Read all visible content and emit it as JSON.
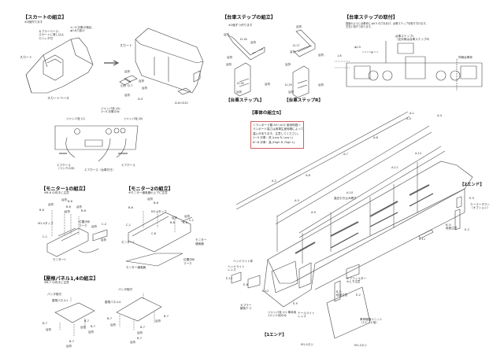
{
  "skirt": {
    "title": "【スカートの組立】",
    "note": "※2個作ります",
    "coupler_base": [
      "カプラーベース：",
      "スカートに差し込ん",
      "でハンダ付"
    ],
    "hole_note": [
      "1～3 次車の場合、",
      "φ0.6穴抜け"
    ],
    "skirt_left": "スカート",
    "skirt_base": "スカートベース",
    "skirt_right": "スカート",
    "parts": {
      "valley1": "谷折",
      "mountain": "山折",
      "d7": "D-7",
      "valley2": "谷折",
      "valley3": "谷折",
      "valley4": "谷折",
      "d9": "D-9",
      "d8d10": "D-8+D10"
    },
    "jumper_a": [
      "ジャンパ栓 (A)：",
      "1～3 次車のみ"
    ],
    "jumper_c": "ジャンパ栓 (C)",
    "jumper_b": "ジャンパ栓 (B)",
    "hose_cock": [
      "エアホース",
      "（コックのみ）"
    ],
    "hose_bogie": "エアホース（台車付き）",
    "hose": "エアホース"
  },
  "bogie_step_assembly": {
    "title": "【台車ステップの組立】",
    "note": "※2個ずつ作ります",
    "labels": [
      "谷折",
      "D-16",
      "谷折",
      "谷折",
      "谷折",
      "D-18",
      "谷折",
      "谷折",
      "谷折",
      "D-17",
      "谷折",
      "谷折",
      "谷折",
      "D-19",
      "谷折",
      "谷折"
    ],
    "caption_l": "【台車ステップL】",
    "caption_r": "【台車ステップR】"
  },
  "bogie_step_mount": {
    "title": "【台車ステップの取付】",
    "note": [
      "図面のように台車枠に φ0.5 の穴をあけ、台車ステップを取り付けます。",
      "左右2 個ずつあります。"
    ],
    "step_label": [
      "台車ステップL",
      "（反対側は台車ステップR）"
    ],
    "dia": "φ0.5",
    "dim_9": "9",
    "dim_18": "1.8",
    "frame": "同側台車枠"
  },
  "body": {
    "title": "【車体の組立5】",
    "runboard_note": [
      "＜ランボード類 A5～A12 使用例図＞",
      "ランボード高さは実車生産時期によって",
      "違いがあります。注意してください。",
      "1～5 次車：低 (Low R, Low L)",
      "6～8 次車：高 (High R, High L)"
    ],
    "a_labels": [
      "A-1",
      "A-4",
      "A-5",
      "A-6",
      "A-7",
      "A-12",
      "A-11",
      "A-8",
      "A-2",
      "A-3",
      "A-10",
      "A-9"
    ],
    "insulator": "高圧引き込み碍子",
    "end2": "【2エンド】",
    "e9_right": "E-9",
    "cooler": [
      "クーラーダクト",
      "（オプション）"
    ],
    "b3_right": [
      "B-3：",
      "段差注意"
    ],
    "e2_right": "E-2",
    "e11": "E-11",
    "headlight_frame": "ヘッドライト枠",
    "headlight_lens": [
      "ヘッドライト",
      "レンズ"
    ],
    "e12a": "E-12",
    "e6": "E-6",
    "e12b": "E-12",
    "coupler_lever": [
      "カプラー",
      "解放テコ"
    ],
    "jumper_body": [
      "ジャンパ栓 (C) 車体用",
      "1エンド用のみ"
    ],
    "taillight": [
      "テールライト",
      "レンズ"
    ],
    "e9_left": "E-9",
    "air_filter": [
      "エアフィルター",
      "※上下注意"
    ],
    "b3_left": [
      "B-3：",
      "段差注意"
    ],
    "e2_left": "E-2",
    "conductor_unit": [
      "車掌機器ユニット",
      "（1エンド用）"
    ],
    "end1": "【1エンド】",
    "screw1": "M1.4ネジ",
    "screw2": "M1.4ネジ"
  },
  "monitor1": {
    "title": "【モニター1の組立】",
    "note": "※B-6 の向きに注意",
    "labels": [
      "谷折",
      "B-6",
      "谷折",
      "B-6",
      "B-6",
      "谷折",
      "谷折",
      "B-6",
      "M1.4タップ",
      "C-1",
      "位置決め",
      "マーク",
      "谷折",
      "C-2",
      "谷折",
      "モニター1"
    ]
  },
  "monitor2": {
    "title": "【モニター2の組立】",
    "note": "※モニター通風器の上下に注意",
    "labels": [
      "谷折",
      "B-6",
      "B-6",
      "M1.4タップ",
      "谷折",
      "B-6",
      "C-1",
      "谷折",
      "B-6",
      "C-1",
      "C-6",
      "モニター2",
      "モニター",
      "通風器",
      "位置決め",
      "マーク",
      "モニター通風器"
    ]
  },
  "roof": {
    "title": "【屋根パネル1,4の組立】",
    "note": "※B-7 の向きに注意",
    "labels": [
      "パンタ取付",
      "屋根パネル1",
      "B-7",
      "谷折",
      "B-7",
      "谷折",
      "B-7",
      "谷折",
      "B-7",
      "谷折",
      "パンタ取付",
      "屋根パネル4",
      "B-7",
      "谷折",
      "谷折",
      "B-7",
      "B-7",
      "谷折",
      "B-7",
      "谷折"
    ]
  },
  "colors": {
    "line": "#333333",
    "note_border": "#d06060",
    "accent": "#cc3333"
  }
}
